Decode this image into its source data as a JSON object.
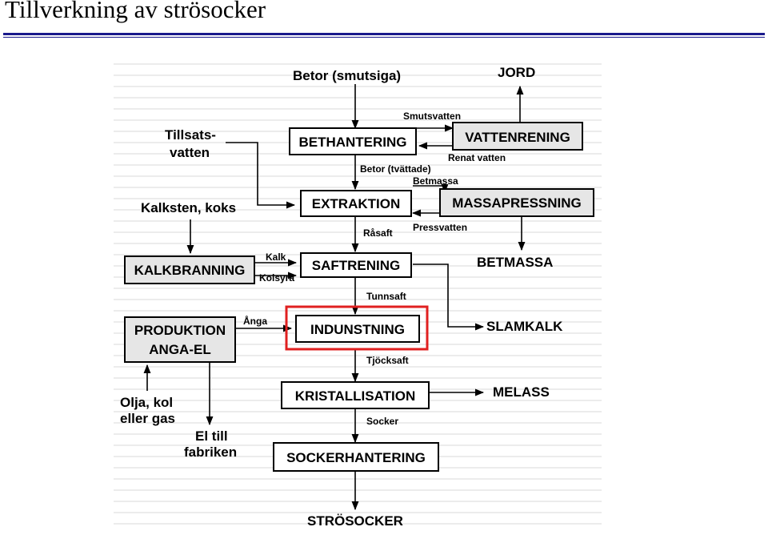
{
  "title": "Tillverkning av strösocker",
  "colors": {
    "rule": "#1a1a8c",
    "highlight": "#e02020"
  },
  "diagram": {
    "inputs": {
      "betor": "Betor (smutsiga)",
      "tillsats_1": "Tillsats-",
      "tillsats_2": "vatten",
      "kalksten": "Kalksten, koks",
      "olja_1": "Olja, kol",
      "olja_2": "eller gas"
    },
    "process": {
      "bethantering": "BETHANTERING",
      "extraktion": "EXTRAKTION",
      "saftrening": "SAFTRENING",
      "indunstning": "INDUNSTNING",
      "kristallisation": "KRISTALLISATION",
      "sockerhantering": "SOCKERHANTERING"
    },
    "side": {
      "vattenrening": "VATTENRENING",
      "massapressning": "MASSAPRESSNING",
      "kalkbranning": "KALKBRANNING",
      "produktion_1": "PRODUKTION",
      "produktion_2": "ANGA-EL"
    },
    "outputs": {
      "jord": "JORD",
      "betmassa": "BETMASSA",
      "slamkalk": "SLAMKALK",
      "melass": "MELASS",
      "strosocker": "STRÖSOCKER",
      "el_1": "El till",
      "el_2": "fabriken"
    },
    "flows": {
      "smutsvatten": "Smutsvatten",
      "renat_vatten": "Renat vatten",
      "betor_tvattade": "Betor (tvättade)",
      "betmassa": "Betmassa",
      "rasaft": "Råsaft",
      "pressvatten": "Pressvatten",
      "kalk": "Kalk",
      "kolsyra": "Kolsyra",
      "tunnsaft": "Tunnsaft",
      "anga": "Ånga",
      "tjocksaft": "Tjöcksaft",
      "socker": "Socker"
    }
  }
}
